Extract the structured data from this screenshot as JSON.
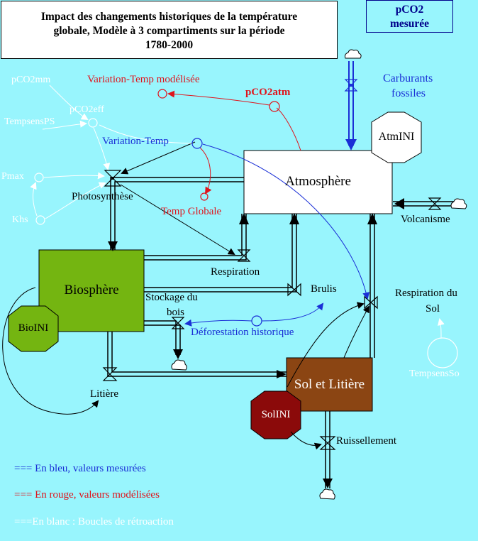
{
  "title": {
    "line1": "Impact des changements historiques de la température",
    "line2": "globale, Modèle à 3 compartiments sur la période",
    "line3": "1780-2000"
  },
  "pco2_measured": {
    "line1": "pCO2",
    "line2": "mesurée"
  },
  "stocks": {
    "atmosphere": "Atmosphère",
    "biosphere": "Biosphère",
    "sol": "Sol et Litière"
  },
  "initials": {
    "atm": "AtmINI",
    "bio": "BioINI",
    "sol": "SolINI"
  },
  "flows": {
    "photosynthese": "Photosynthèse",
    "respiration": "Respiration",
    "brulis": "Brulis",
    "stockage_line1": "Stockage du",
    "stockage_line2": "bois",
    "litiere": "Litière",
    "ruissellement": "Ruissellement",
    "respiration_sol_line1": "Respiration du",
    "respiration_sol_line2": "Sol",
    "volcanisme": "Volcanisme",
    "carburants_line1": "Carburants",
    "carburants_line2": "fossiles",
    "deforestation": "Déforestation historique"
  },
  "variables": {
    "variation_temp_modelisee": "Variation-Temp modélisée",
    "pco2atm": "pCO2atm",
    "variation_temp": "Variation-Temp",
    "temp_globale": "Temp Globale",
    "pco2mm": "pCO2mm",
    "pco2eff": "pCO2eff",
    "tempsens_ps": "TempsensPS",
    "pmax": "Pmax",
    "khs": "Khs",
    "tempsens_so": "TempsensSo"
  },
  "legend": {
    "blue": "=== En bleu, valeurs mesurées",
    "red": "=== En rouge, valeurs modélisées",
    "white": "===En blanc : Boucles de rétroaction"
  },
  "colors": {
    "background": "#98f5fd",
    "biosphere": "#74b511",
    "sol": "#8b4513",
    "solini": "#8b0a0a",
    "measured": "#1a2fd6",
    "modeled": "#e0141c",
    "feedback": "#ffffff"
  }
}
